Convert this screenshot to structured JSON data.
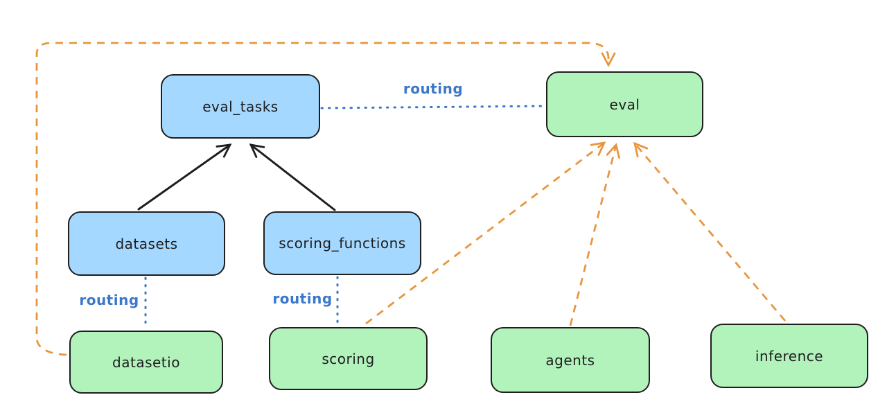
{
  "diagram": {
    "type": "architecture-routing-diagram",
    "colors": {
      "node-blue-fill": "#a5d8ff",
      "node-green-fill": "#b2f2bb",
      "outline": "#1e1e1e",
      "orange-accent": "#e8963e",
      "blue-accent": "#3b78c9",
      "background": "#ffffff"
    },
    "nodes": [
      {
        "id": "eval_tasks",
        "label": "eval_tasks",
        "color": "blue"
      },
      {
        "id": "eval",
        "label": "eval",
        "color": "green"
      },
      {
        "id": "datasets",
        "label": "datasets",
        "color": "blue"
      },
      {
        "id": "scoring_functions",
        "label": "scoring_functions",
        "color": "blue"
      },
      {
        "id": "datasetio",
        "label": "datasetio",
        "color": "green"
      },
      {
        "id": "scoring",
        "label": "scoring",
        "color": "green"
      },
      {
        "id": "agents",
        "label": "agents",
        "color": "green"
      },
      {
        "id": "inference",
        "label": "inference",
        "color": "green"
      }
    ],
    "edges": [
      {
        "from": "eval_tasks",
        "to": "eval",
        "style": "dotted",
        "color": "blue",
        "arrow": false,
        "label": "routing"
      },
      {
        "from": "datasets",
        "to": "datasetio",
        "style": "dotted",
        "color": "blue",
        "arrow": false,
        "label": "routing"
      },
      {
        "from": "scoring_functions",
        "to": "scoring",
        "style": "dotted",
        "color": "blue",
        "arrow": false,
        "label": "routing"
      },
      {
        "from": "datasets",
        "to": "eval_tasks",
        "style": "solid",
        "color": "black",
        "arrow": true,
        "label": ""
      },
      {
        "from": "scoring_functions",
        "to": "eval_tasks",
        "style": "solid",
        "color": "black",
        "arrow": true,
        "label": ""
      },
      {
        "from": "datasetio",
        "to": "eval",
        "style": "dashed",
        "color": "orange",
        "arrow": true,
        "label": ""
      },
      {
        "from": "scoring",
        "to": "eval",
        "style": "dashed",
        "color": "orange",
        "arrow": true,
        "label": ""
      },
      {
        "from": "agents",
        "to": "eval",
        "style": "dashed",
        "color": "orange",
        "arrow": true,
        "label": ""
      },
      {
        "from": "inference",
        "to": "eval",
        "style": "dashed",
        "color": "orange",
        "arrow": true,
        "label": ""
      }
    ]
  }
}
